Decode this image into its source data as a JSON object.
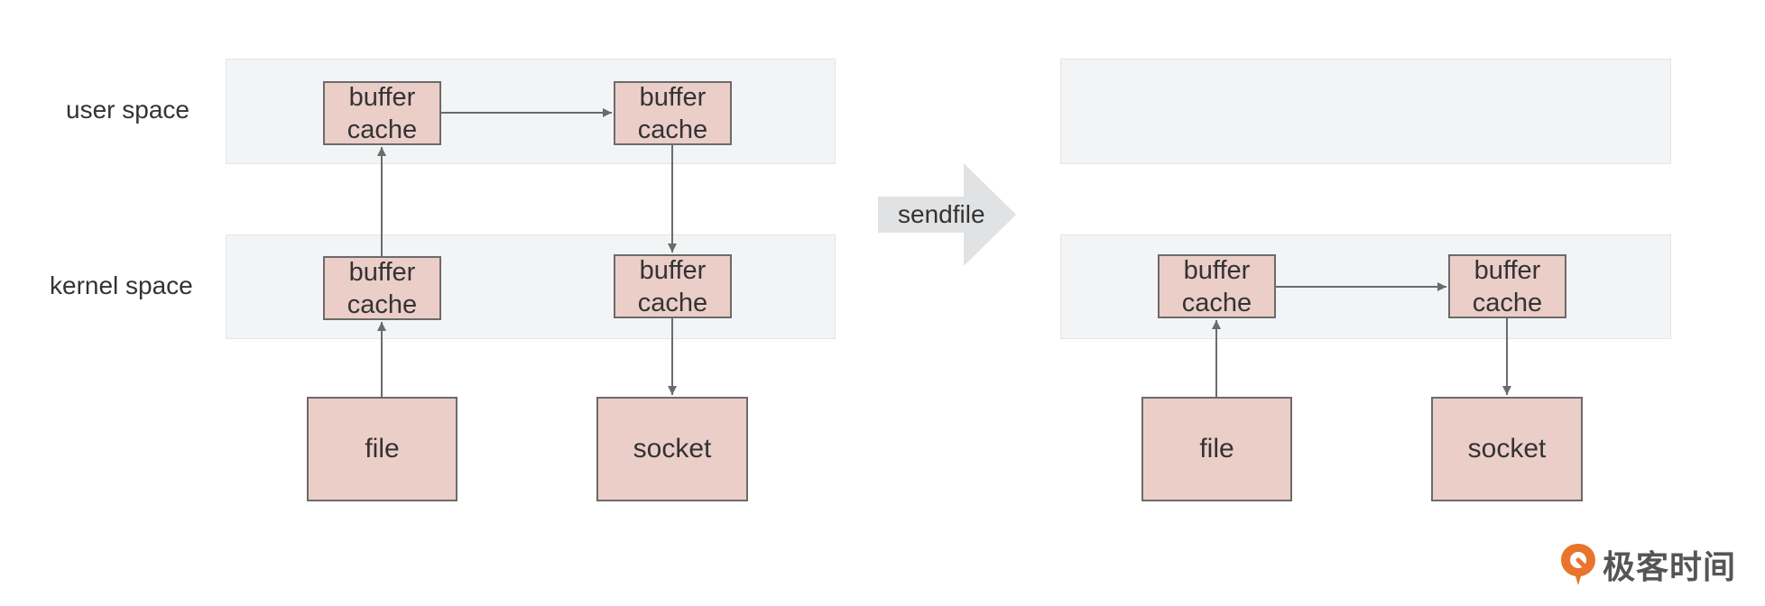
{
  "rows": {
    "user_space": "user space",
    "kernel_space": "kernel space"
  },
  "boxes": {
    "buffer_cache_line1": "buffer",
    "buffer_cache_line2": "cache",
    "file": "file",
    "socket": "socket"
  },
  "transition": {
    "label": "sendfile"
  },
  "brand": {
    "name": "极客时间",
    "icon": "geektime-logo-icon",
    "color": "#e9742b"
  },
  "colors": {
    "band_fill": "#f3f4f6",
    "box_fill": "#ebcec8",
    "box_border": "#6b6b6b",
    "arrow": "#6b6b6b",
    "transition_arrow": "#e1e2e4"
  }
}
